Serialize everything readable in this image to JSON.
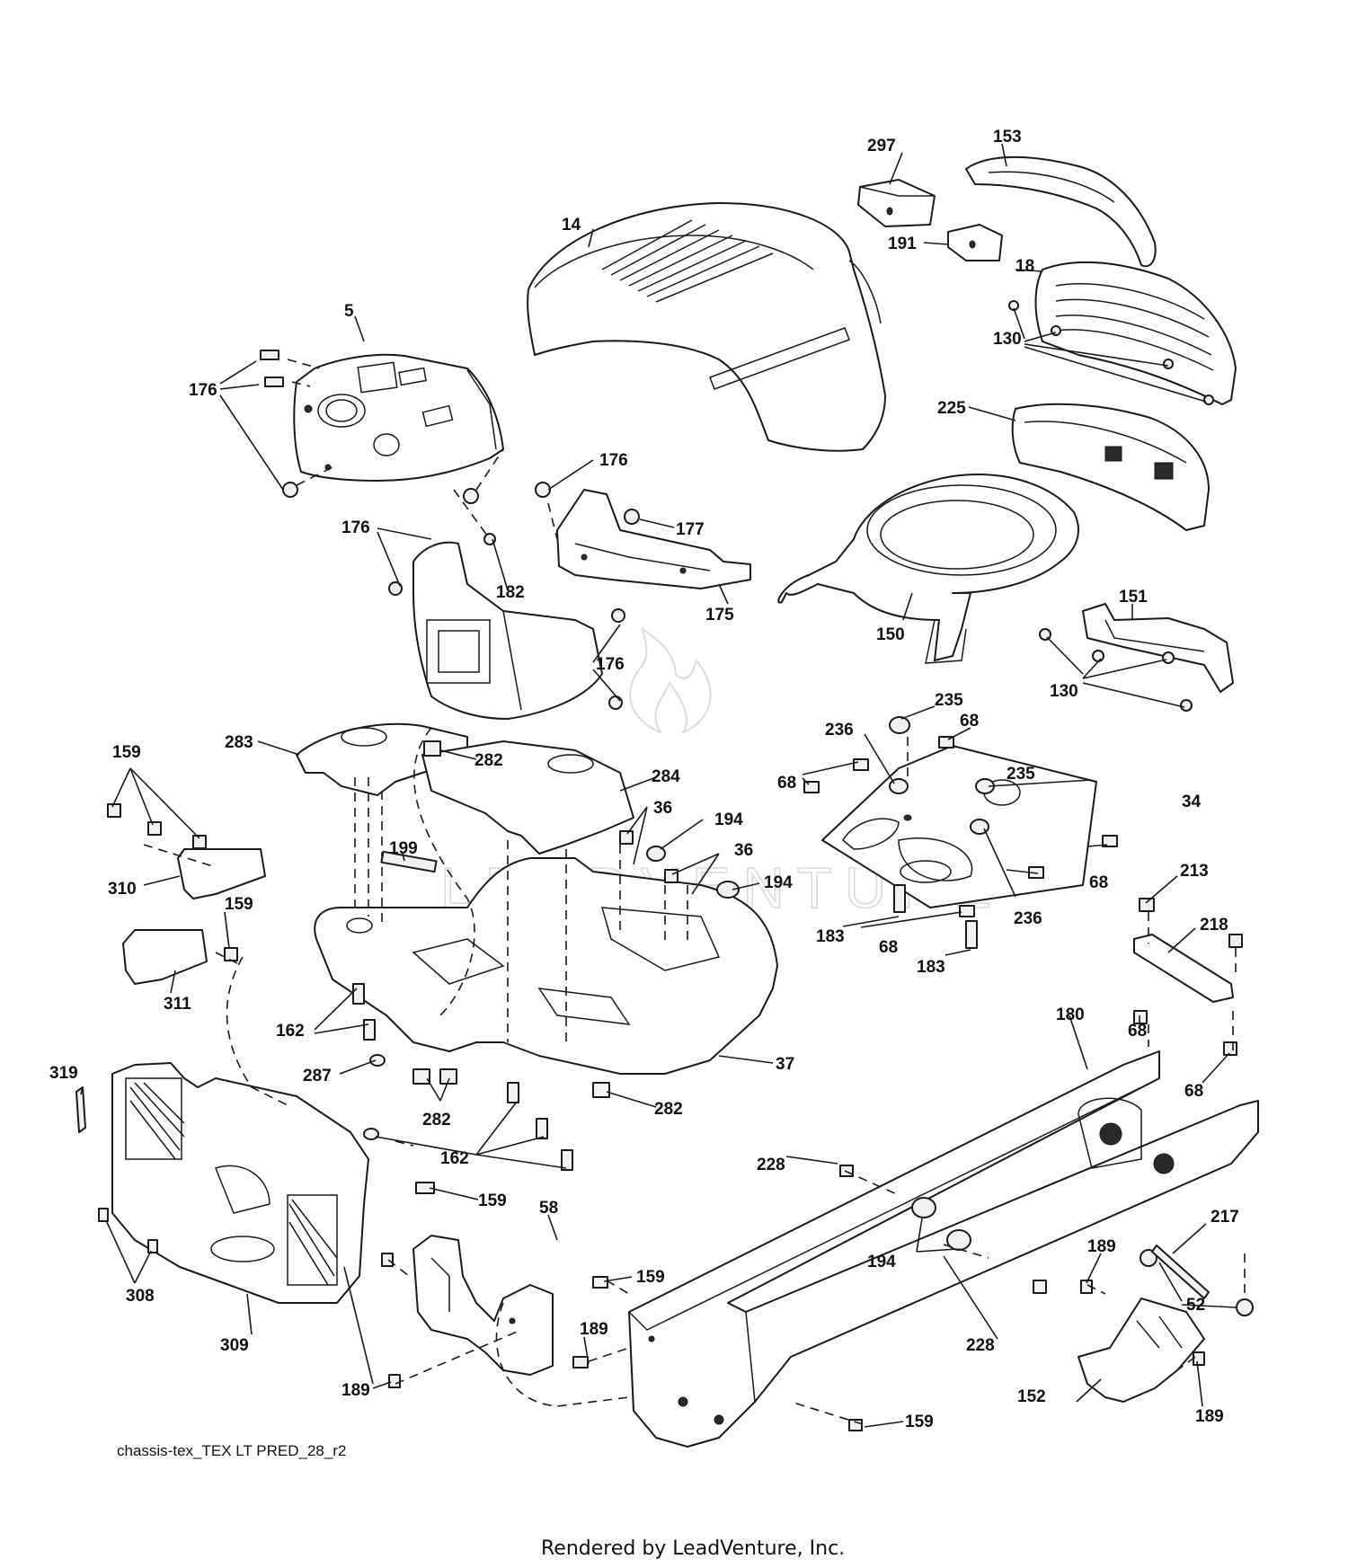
{
  "diagram": {
    "caption": "chassis-tex_TEX LT PRED_28_r2",
    "footer": "Rendered by LeadVenture, Inc.",
    "watermark": "LEADVENTURE"
  },
  "callouts": {
    "c14": "14",
    "c5": "5",
    "c176a": "176",
    "c176b": "176",
    "c176c": "176",
    "c176d": "176",
    "c297": "297",
    "c153": "153",
    "c191": "191",
    "c18": "18",
    "c130a": "130",
    "c225": "225",
    "c177": "177",
    "c175": "175",
    "c182": "182",
    "c150": "150",
    "c151": "151",
    "c130b": "130",
    "c235a": "235",
    "c236a": "236",
    "c68a": "68",
    "c68b": "68",
    "c235b": "235",
    "c34": "34",
    "c68c": "68",
    "c183a": "183",
    "c68d": "68",
    "c183b": "183",
    "c236b": "236",
    "c159a": "159",
    "c283": "283",
    "c282a": "282",
    "c284": "284",
    "c36a": "36",
    "c194a": "194",
    "c36b": "36",
    "c194b": "194",
    "c199": "199",
    "c310": "310",
    "c159b": "159",
    "c311": "311",
    "c162a": "162",
    "c287": "287",
    "c282b": "282",
    "c37": "37",
    "c282c": "282",
    "c162b": "162",
    "c213": "213",
    "c218": "218",
    "c68e": "68",
    "c68f": "68",
    "c180": "180",
    "c319": "319",
    "c159c": "159",
    "c228a": "228",
    "c58": "58",
    "c308": "308",
    "c309": "309",
    "c159d": "159",
    "c194c": "194",
    "c189a": "189",
    "c217": "217",
    "c52": "52",
    "c189b": "189",
    "c228b": "228",
    "c189c": "189",
    "c152": "152",
    "c189d": "189",
    "c159e": "159"
  }
}
